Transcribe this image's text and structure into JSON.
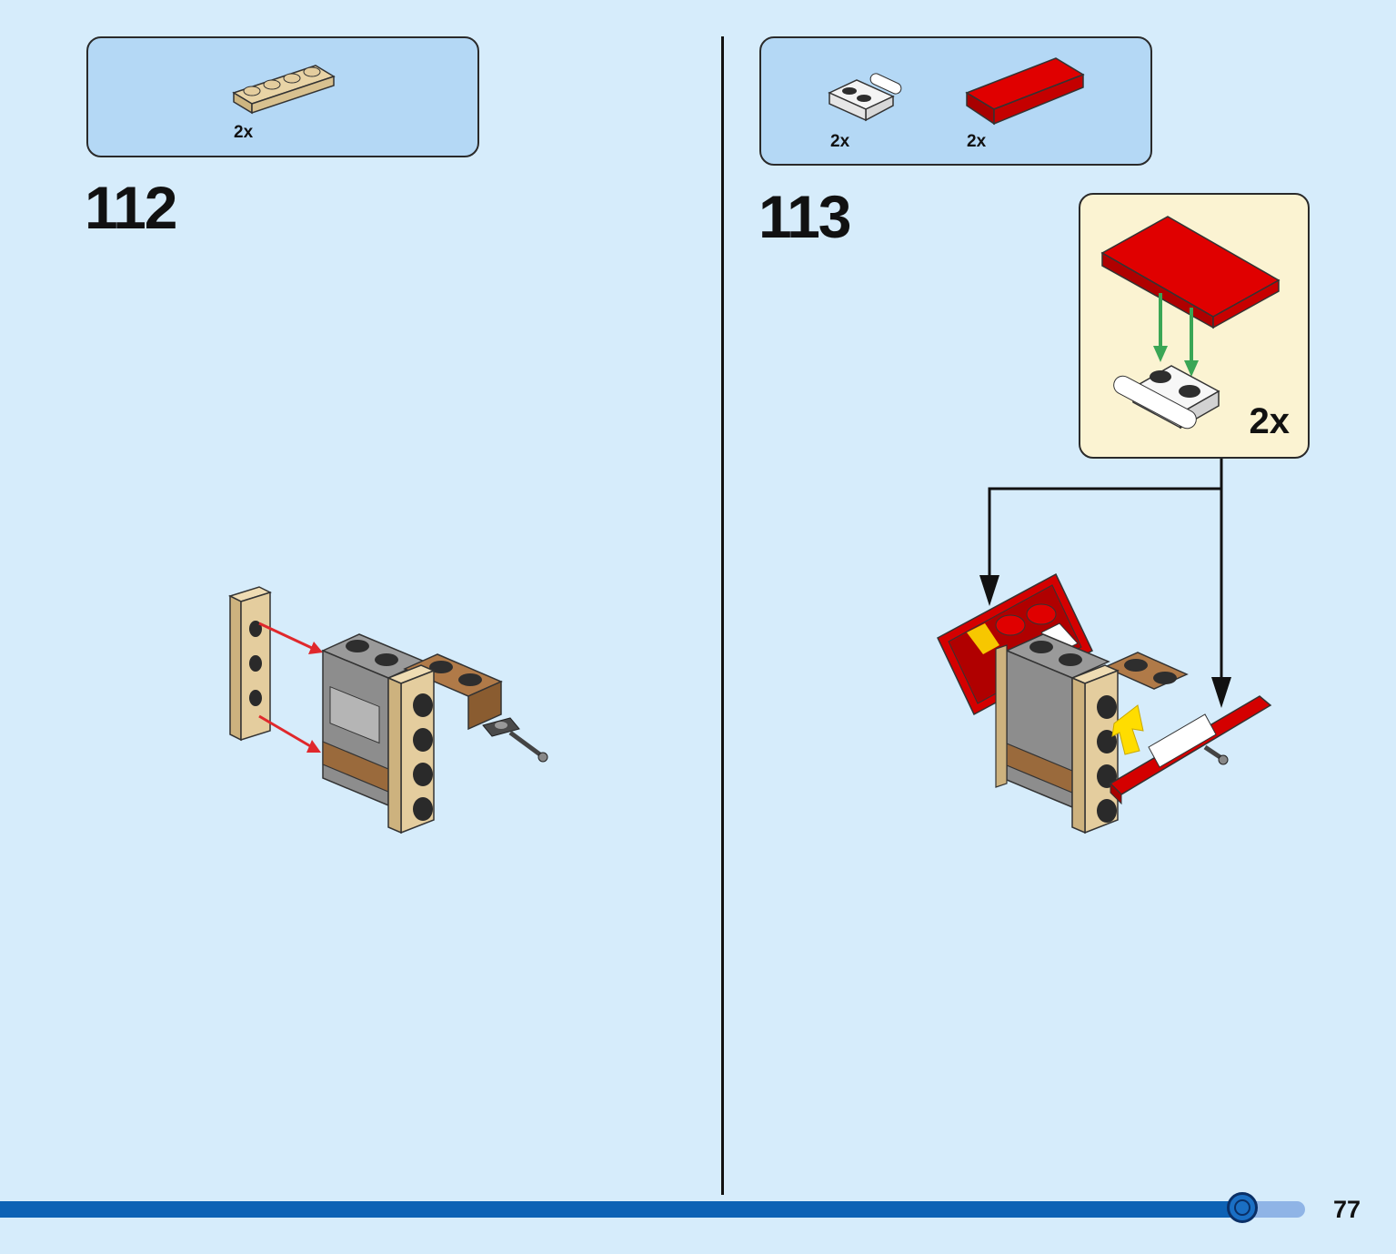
{
  "steps": [
    {
      "number": "112",
      "parts": [
        {
          "name": "tan-plate-1x4",
          "qty": "2x"
        }
      ]
    },
    {
      "number": "113",
      "parts": [
        {
          "name": "white-plate-with-bar",
          "qty": "2x"
        },
        {
          "name": "red-tile-2x4",
          "qty": "2x"
        }
      ],
      "callout": {
        "qty": "2x"
      }
    }
  ],
  "colors": {
    "page_bg": "#d6ecfb",
    "parts_box": "#b4d8f5",
    "callout_bg": "#fbf3d2",
    "progress": "#0d62b5",
    "red": "#d40000",
    "tan": "#e4cd9e",
    "green_arrow": "#3aa655",
    "red_arrow": "#e0282c",
    "yellow_arrow": "#ffdd00"
  },
  "footer": {
    "page_number": "77",
    "progress_fraction": 0.89
  }
}
